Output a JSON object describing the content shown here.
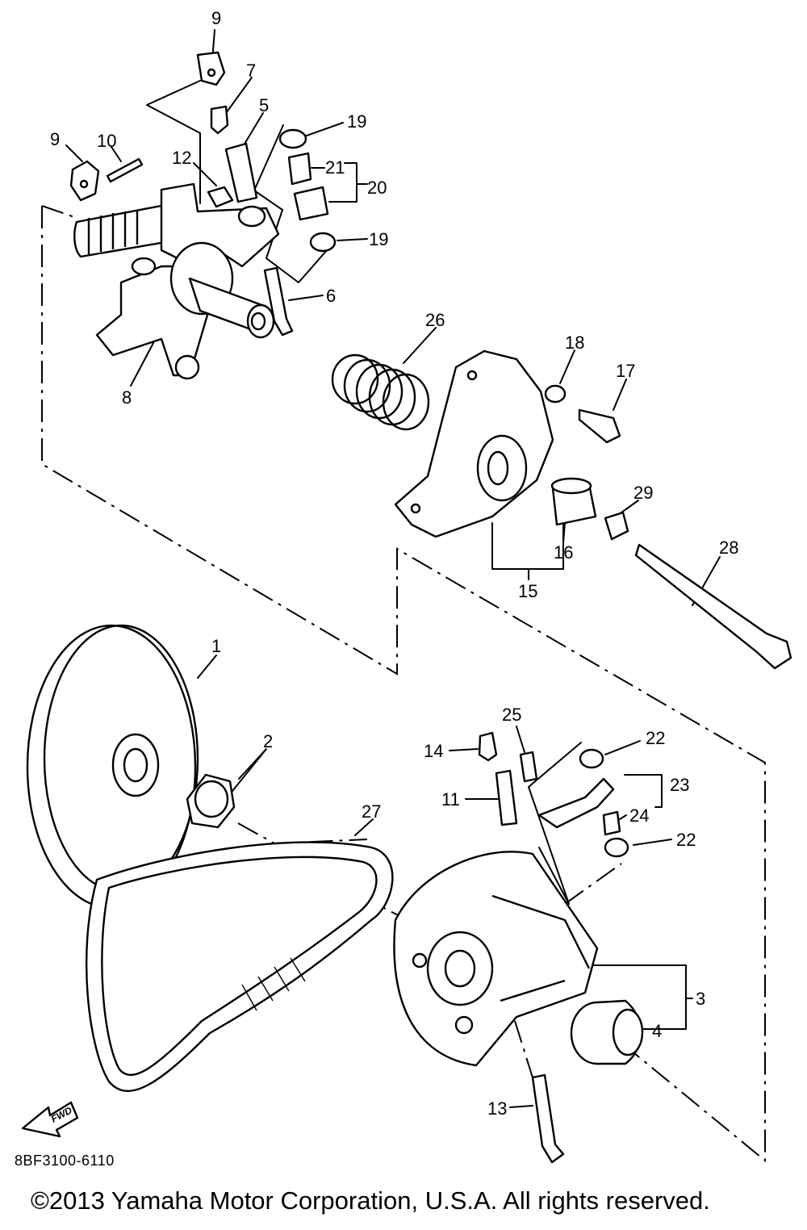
{
  "diagram": {
    "drawing_code": "8BF3100-6110",
    "copyright": "©2013 Yamaha Motor Corporation, U.S.A. All rights reserved.",
    "fwd_label": "FWD",
    "callouts": [
      "9",
      "7",
      "5",
      "19",
      "10",
      "9",
      "12",
      "21",
      "20",
      "19",
      "6",
      "26",
      "18",
      "17",
      "8",
      "29",
      "16",
      "28",
      "15",
      "1",
      "2",
      "25",
      "22",
      "14",
      "23",
      "11",
      "24",
      "27",
      "22",
      "3",
      "4",
      "13"
    ]
  }
}
